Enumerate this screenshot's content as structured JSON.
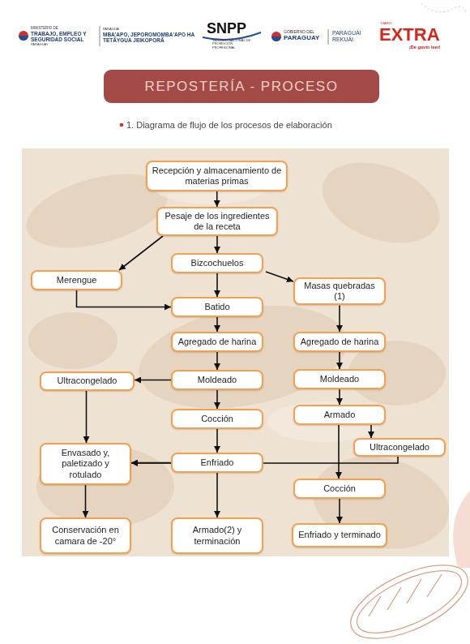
{
  "diagram": {
    "title": "REPOSTERÍA - PROCESO",
    "caption": "1. Diagrama de flujo de los procesos de elaboración",
    "nodes": [
      {
        "text": [
          "Recepción y almacenamiento de materias primas"
        ]
      },
      {
        "text": [
          "Pesaje de los ingredientes de la receta"
        ]
      },
      {
        "text": [
          "Merengue"
        ]
      },
      {
        "text": [
          "Bizcochuelos"
        ]
      },
      {
        "text": [
          "Masas quebradas (1)"
        ]
      },
      {
        "text": [
          "Batido"
        ]
      },
      {
        "text": [
          "Agregado de harina"
        ]
      },
      {
        "text": [
          "Agregado de harina"
        ]
      },
      {
        "text": [
          "Ultracongelado"
        ]
      },
      {
        "text": [
          "Moldeado"
        ]
      },
      {
        "text": [
          "Moldeado"
        ]
      },
      {
        "text": [
          "Cocción"
        ]
      },
      {
        "text": [
          "Armado"
        ]
      },
      {
        "text": [
          "Ultracongelado"
        ]
      },
      {
        "text": [
          "Envasado y, paletizado y rotulado"
        ]
      },
      {
        "text": [
          "Enfriado"
        ]
      },
      {
        "text": [
          "Cocción"
        ]
      },
      {
        "text": [
          "Conservación en camara de -20°"
        ]
      },
      {
        "text": [
          "Armado(2) y terminación"
        ]
      },
      {
        "text": [
          "Enfriado y terminado"
        ]
      }
    ],
    "edges": [
      {
        "from": 0,
        "to": 1,
        "arrow": "to"
      },
      {
        "from": 1,
        "to": 2,
        "arrow": "to"
      },
      {
        "from": 1,
        "to": 3,
        "arrow": "to"
      },
      {
        "from": 3,
        "to": 4,
        "arrow": "to"
      },
      {
        "from": 2,
        "to": 5,
        "arrow": "to"
      },
      {
        "from": 3,
        "to": 5,
        "arrow": "to"
      },
      {
        "from": 5,
        "to": 6,
        "arrow": "to"
      },
      {
        "from": 4,
        "to": 7,
        "arrow": "to"
      },
      {
        "from": 6,
        "to": 9,
        "arrow": "to"
      },
      {
        "from": 7,
        "to": 10,
        "arrow": "to"
      },
      {
        "from": 9,
        "to": 8,
        "arrow": "to"
      },
      {
        "from": 9,
        "to": 11,
        "arrow": "to"
      },
      {
        "from": 10,
        "to": 12,
        "arrow": "to"
      },
      {
        "from": 11,
        "to": 15,
        "arrow": "to"
      },
      {
        "from": 12,
        "to": 13,
        "arrow": "to"
      },
      {
        "from": 12,
        "to": 16,
        "arrow": "to"
      },
      {
        "from": 15,
        "to": 14,
        "arrow": "to"
      },
      {
        "from": 13,
        "to": 14,
        "arrow": "to"
      },
      {
        "from": 8,
        "to": 14,
        "arrow": "to"
      },
      {
        "from": 15,
        "to": 18,
        "arrow": "to"
      },
      {
        "from": 14,
        "to": 17,
        "arrow": "to"
      },
      {
        "from": 16,
        "to": 19,
        "arrow": "to"
      }
    ],
    "labels": [
      "MINISTERIO DE",
      "TRABAJO, EMPLEO Y SEGURIDAD SOCIAL",
      "PARAGUAY",
      "PARAGUÁI",
      "MBA'APO, JEPOROMOMBA'APO HA TETÃYGUA JEIKOPORÃ",
      "SNPP",
      "SERVICIO NACIONAL DE PROMOCIÓN PROFESIONAL",
      "GOBIERNO DEL",
      "PARAGUAY",
      "PARAGUÁI REKUÁI",
      "DIARIO",
      "EXTRA",
      "¡De gusto leer!"
    ]
  }
}
